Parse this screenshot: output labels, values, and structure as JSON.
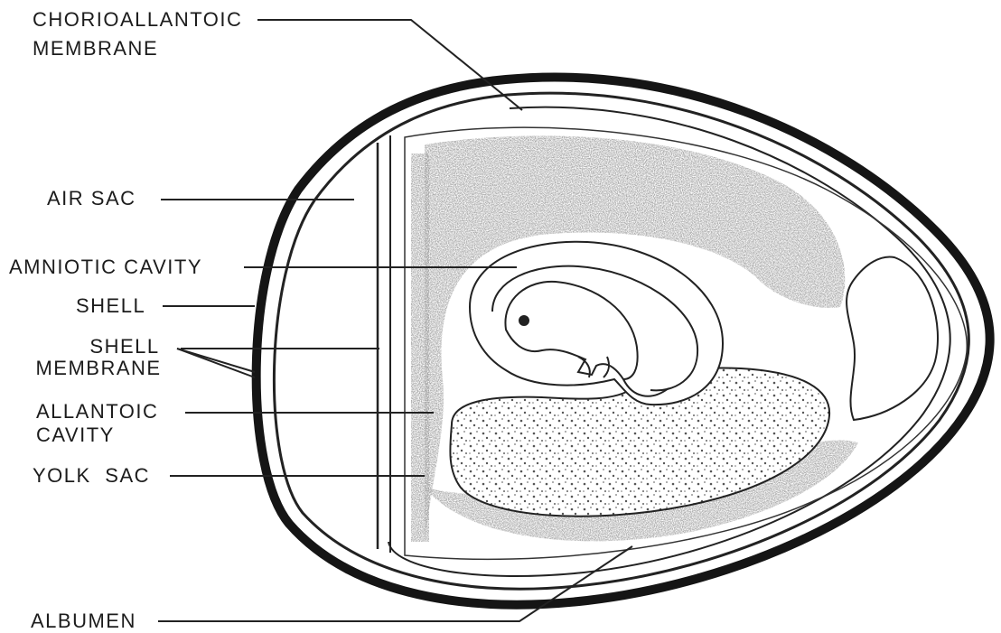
{
  "labels": {
    "chorioallantoic_line1": "CHORIOALLANTOIC",
    "chorioallantoic_line2": "MEMBRANE",
    "air_sac": "AIR SAC",
    "amniotic_cavity": "AMNIOTIC CAVITY",
    "shell": "SHELL",
    "shell_membrane_line1": "SHELL",
    "shell_membrane_line2": "MEMBRANE",
    "allantoic_line1": "ALLANTOIC",
    "allantoic_line2": "CAVITY",
    "yolk_sac": "YOLK SAC",
    "albumen": "ALBUMEN"
  },
  "colors": {
    "ink": "#1c1c1c",
    "shading": "#8a8a8a",
    "yolk_dots": "#6a6a6a"
  }
}
